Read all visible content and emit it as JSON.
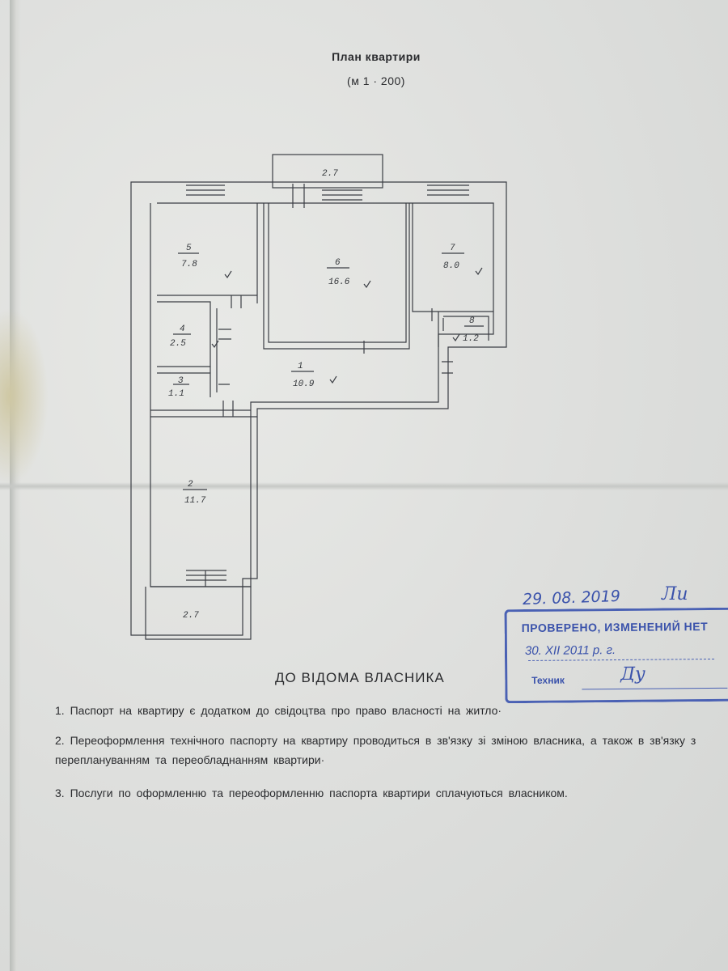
{
  "plan": {
    "title": "План квартири",
    "scale": "(м 1 · 200)",
    "rooms": [
      {
        "no": "1",
        "area": "10.9"
      },
      {
        "no": "2",
        "area": "11.7"
      },
      {
        "no": "3",
        "area": "1.1"
      },
      {
        "no": "4",
        "area": "2.5"
      },
      {
        "no": "5",
        "area": "7.8"
      },
      {
        "no": "6",
        "area": "16.6"
      },
      {
        "no": "7",
        "area": "8.0"
      },
      {
        "no": "8",
        "area": "1.2"
      }
    ],
    "balconies": [
      {
        "area": "2.7"
      },
      {
        "area": "2.7"
      }
    ]
  },
  "notice": {
    "heading": "ДО ВІДОМА ВЛАСНИКА",
    "items": [
      "1. Паспорт на квартиру є додатком до свідоцтва про право власності на житло·",
      "2. Переоформлення технічного паспорту на квартиру проводиться в зв'язку зі зміною власника, а також в зв'язку з переплануванням та переобладнанням квартири·",
      "3. Послуги по оформленню та переоформленню паспорта квартири сплачуються власником."
    ]
  },
  "stamp": {
    "header": "ПРОВЕРЕНО, ИЗМЕНЕНИЙ НЕТ",
    "date": "30. XII 2011 р. г.",
    "technician": "Техник",
    "signature": "Ду",
    "check_date": "29. 08. 2019",
    "check_signature": "Ли"
  },
  "colors": {
    "ink": "#2a2b2e",
    "stamp": "#3a52ab",
    "paper": "#dfe0de"
  }
}
